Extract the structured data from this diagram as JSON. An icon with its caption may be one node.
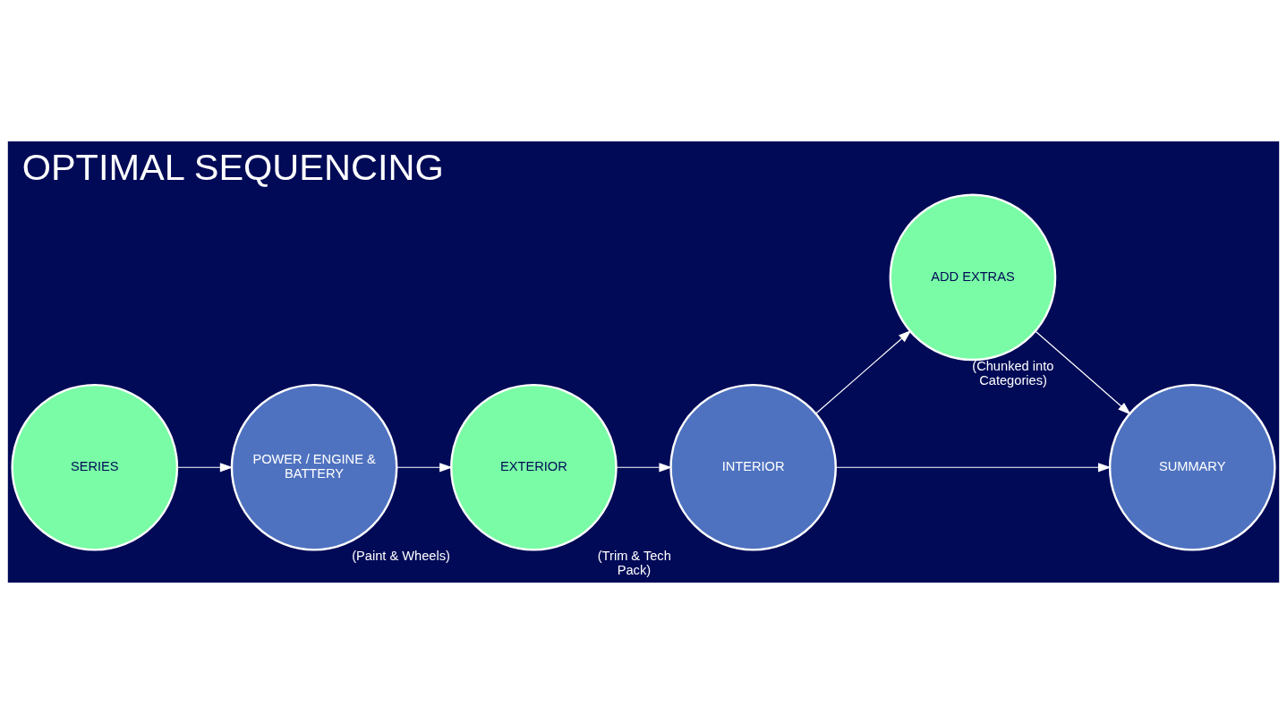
{
  "diagram": {
    "title": "OPTIMAL SEQUENCING",
    "nodes": [
      {
        "text": [
          "SERIES"
        ]
      },
      {
        "text": [
          "POWER / ENGINE & BATTERY"
        ]
      },
      {
        "text": [
          "EXTERIOR"
        ],
        "beside": [
          "(Paint & Wheels)"
        ]
      },
      {
        "text": [
          "INTERIOR"
        ],
        "beside": [
          "(Trim & Tech Pack)"
        ]
      },
      {
        "text": [
          "ADD EXTRAS"
        ],
        "beside": [
          "(Chunked into Categories)"
        ]
      },
      {
        "text": [
          "SUMMARY"
        ]
      }
    ],
    "edges": [
      {
        "from": 0,
        "to": 1,
        "arrow": "to"
      },
      {
        "from": 1,
        "to": 2,
        "arrow": "to"
      },
      {
        "from": 2,
        "to": 3,
        "arrow": "to"
      },
      {
        "from": 3,
        "to": 5,
        "arrow": "to"
      },
      {
        "from": 3,
        "to": 4,
        "arrow": "to"
      },
      {
        "from": 4,
        "to": 5,
        "arrow": "to"
      }
    ]
  }
}
